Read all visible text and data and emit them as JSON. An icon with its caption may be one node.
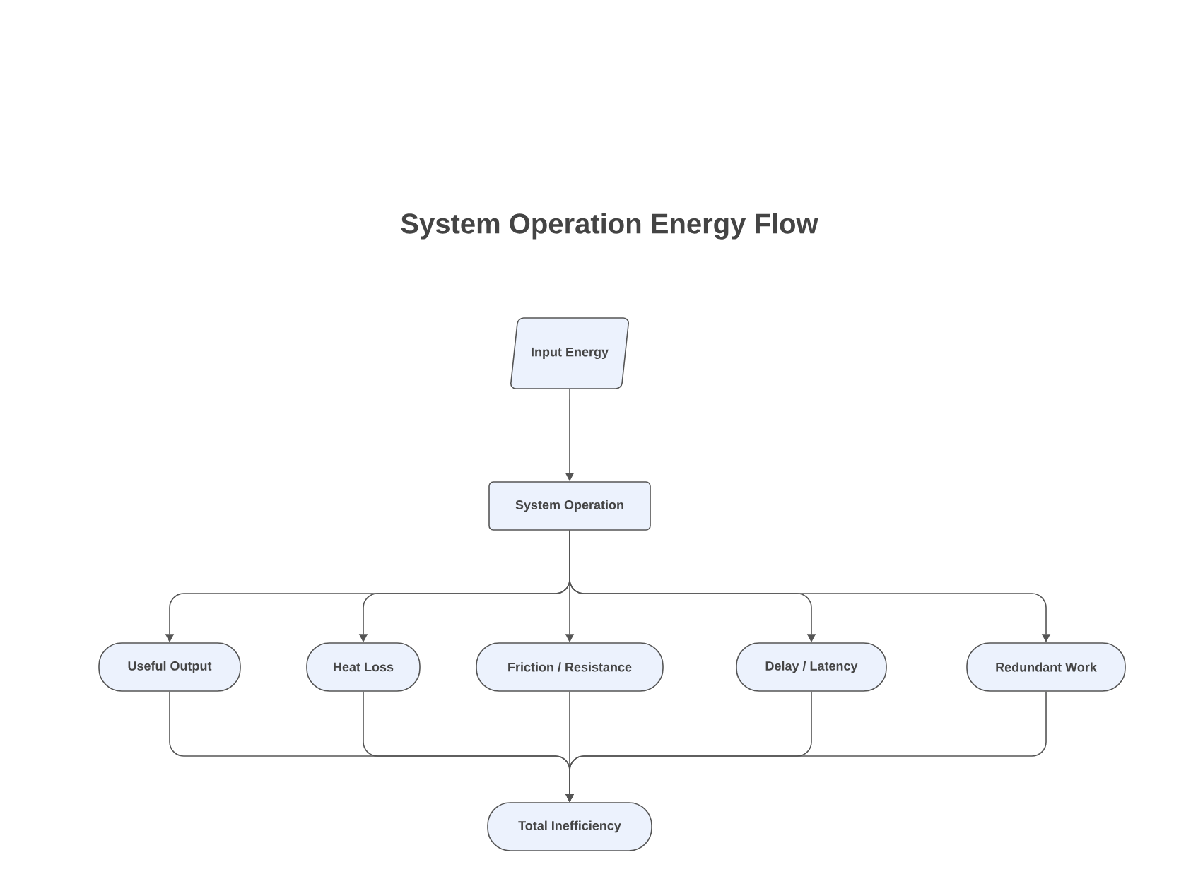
{
  "diagram": {
    "title": "System Operation Energy Flow",
    "nodes": [
      {
        "text": [
          "Input Energy"
        ]
      },
      {
        "text": [
          "System Operation"
        ]
      },
      {
        "text": [
          "Useful Output"
        ]
      },
      {
        "text": [
          "Heat Loss"
        ]
      },
      {
        "text": [
          "Friction / Resistance"
        ]
      },
      {
        "text": [
          "Delay / Latency"
        ]
      },
      {
        "text": [
          "Redundant Work"
        ]
      },
      {
        "text": [
          "Total Inefficiency"
        ]
      }
    ],
    "edges": [
      {
        "from": 0,
        "to": 1,
        "arrow": "to"
      },
      {
        "from": 1,
        "to": 2,
        "arrow": "to"
      },
      {
        "from": 1,
        "to": 3,
        "arrow": "to"
      },
      {
        "from": 1,
        "to": 4,
        "arrow": "to"
      },
      {
        "from": 1,
        "to": 5,
        "arrow": "to"
      },
      {
        "from": 1,
        "to": 6,
        "arrow": "to"
      },
      {
        "from": 2,
        "to": 7,
        "arrow": "to"
      },
      {
        "from": 3,
        "to": 7,
        "arrow": "to"
      },
      {
        "from": 4,
        "to": 7,
        "arrow": "to"
      },
      {
        "from": 5,
        "to": 7,
        "arrow": "to"
      },
      {
        "from": 6,
        "to": 7,
        "arrow": "to"
      }
    ]
  }
}
